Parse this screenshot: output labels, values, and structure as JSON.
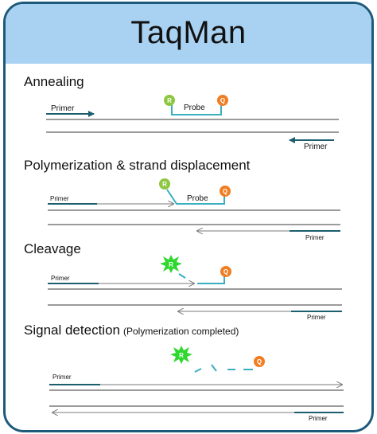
{
  "title": "TaqMan",
  "sections": {
    "annealing": "Annealing",
    "polymerization": "Polymerization & strand displacement",
    "cleavage": "Cleavage",
    "signal": "Signal detection",
    "signal_note": "(Polymerization completed)"
  },
  "labels": {
    "primer": "Primer",
    "probe": "Probe",
    "reporter": "R",
    "quencher": "Q"
  },
  "colors": {
    "header": "#a9d2f2",
    "border": "#1d5a7a",
    "primer": "#1c5e6e",
    "strand": "#7a7a7a",
    "probe": "#3aafc0",
    "reporter": "#8dc63f",
    "quencher": "#f07d22",
    "burst": "#2fd82f"
  }
}
